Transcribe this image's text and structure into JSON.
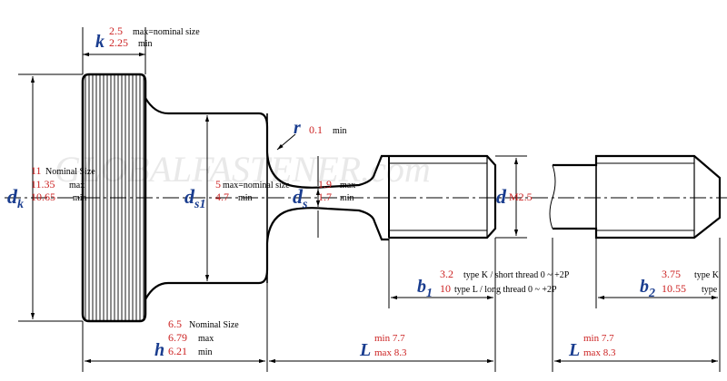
{
  "watermark": "GLOBALFASTENER.com",
  "labels": {
    "k": {
      "symbol": "k",
      "max_val": "2.5",
      "max_note": "max=nominal size",
      "min_val": "2.25",
      "min_note": "min"
    },
    "dk": {
      "symbol": "d",
      "sub": "k",
      "nom_val": "11",
      "nom_note": "Nominal Size",
      "max_val": "11.35",
      "max_note": "max",
      "min_val": "10.65",
      "min_note": "min"
    },
    "ds1": {
      "symbol": "d",
      "sub": "s1",
      "max_val": "5",
      "max_note": "max=nominal size",
      "min_val": "4.7",
      "min_note": "min"
    },
    "ds": {
      "symbol": "d",
      "sub": "s",
      "max_val": "1.9",
      "max_note": "max",
      "min_val": "1.7",
      "min_note": "min"
    },
    "r": {
      "symbol": "r",
      "val": "0.1",
      "note": "min"
    },
    "d": {
      "symbol": "d",
      "val": "M2.5"
    },
    "b1": {
      "symbol": "b",
      "sub": "1",
      "k_val": "3.2",
      "k_note": "type K / short thread 0 ~ +2P",
      "l_val": "10",
      "l_note": "type L / long thread 0 ~ +2P"
    },
    "b2": {
      "symbol": "b",
      "sub": "2",
      "k_val": "3.75",
      "k_note": "type K",
      "l_val": "10.55",
      "l_note": "type"
    },
    "h": {
      "symbol": "h",
      "nom_val": "6.5",
      "nom_note": "Nominal Size",
      "max_val": "6.79",
      "max_note": "max",
      "min_val": "6.21",
      "min_note": "min"
    },
    "L1": {
      "symbol": "L",
      "min_note": "min 7.7",
      "max_note": "max 8.3"
    },
    "L2": {
      "symbol": "L",
      "min_note": "min 7.7",
      "max_note": "max 8.3"
    }
  }
}
